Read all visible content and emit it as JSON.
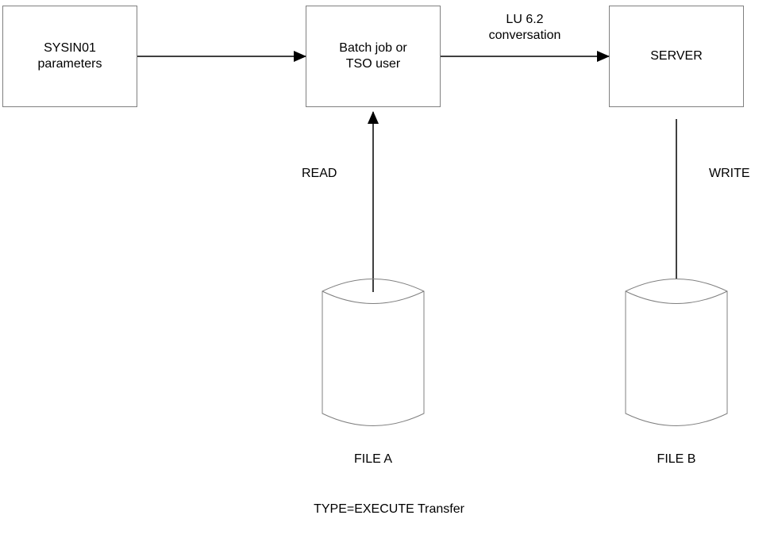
{
  "diagram": {
    "nodes": {
      "sysin": {
        "label": "SYSIN01\nparameters"
      },
      "batch": {
        "label": "Batch job or\nTSO user"
      },
      "server": {
        "label": "SERVER"
      },
      "file_a": {
        "label": "FILE A"
      },
      "file_b": {
        "label": "FILE B"
      }
    },
    "edges": {
      "sysin_to_batch": {
        "label": ""
      },
      "batch_to_server": {
        "label": "LU 6.2\nconversation"
      },
      "file_a_to_batch": {
        "label": "READ"
      },
      "server_to_file_b": {
        "label": "WRITE"
      }
    },
    "caption": "TYPE=EXECUTE Transfer",
    "colors": {
      "box_border": "#808080",
      "arrow": "#000000",
      "background": "#ffffff"
    }
  }
}
